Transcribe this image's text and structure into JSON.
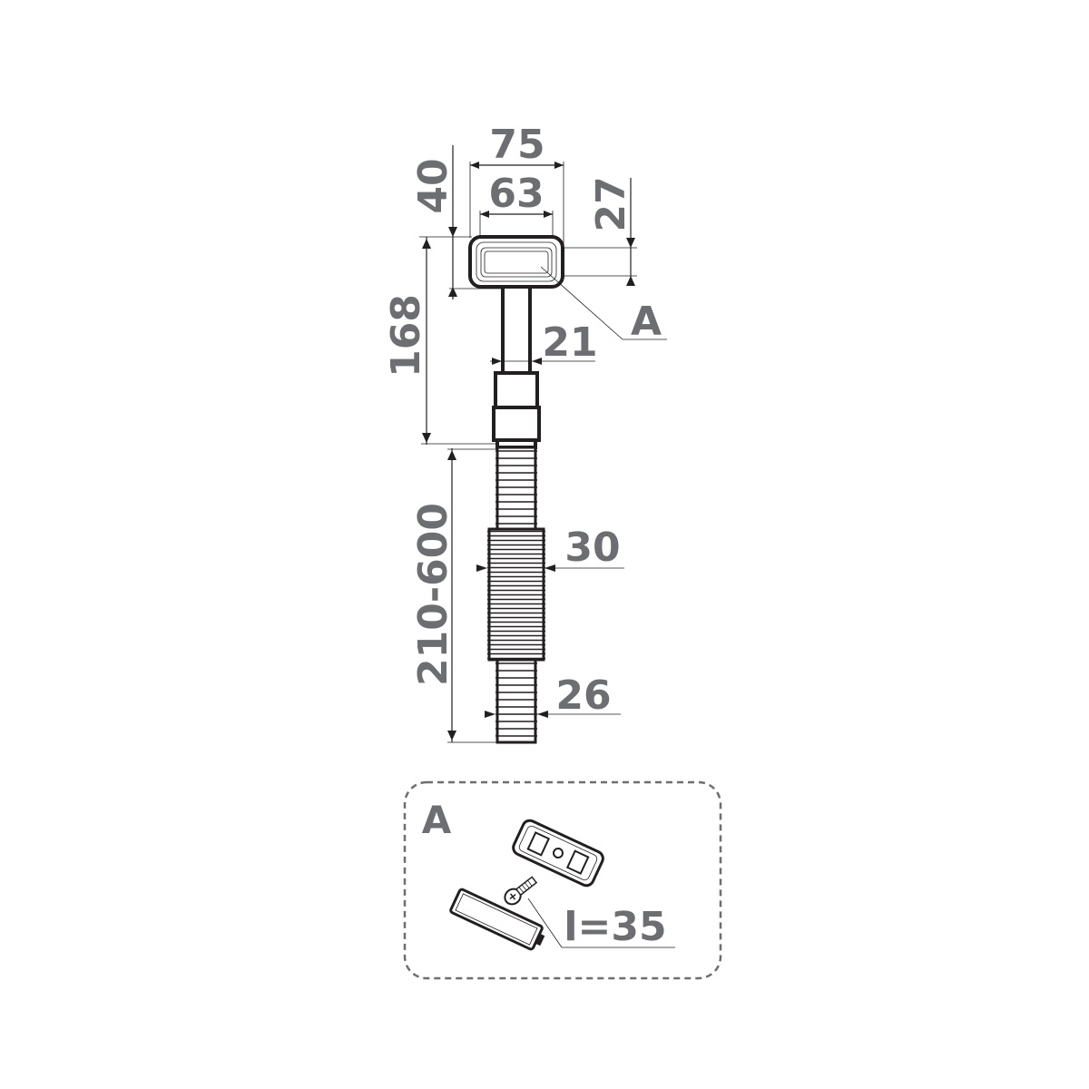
{
  "diagram": {
    "type": "technical-drawing",
    "subject": "sink overflow with flexible corrugated hose",
    "colors": {
      "dimension_text": "#6d6e71",
      "lines": "#231f20",
      "background": "#ffffff"
    },
    "dimensions": {
      "overflow_width_outer": "75",
      "overflow_width_inner": "63",
      "overflow_height": "40",
      "overflow_opening_height": "27",
      "rigid_length": "168",
      "pipe_diameter": "21",
      "hose_length": "210-600",
      "hose_outer_diameter": "30",
      "hose_inner_diameter": "26"
    },
    "callout_label": "A",
    "detail": {
      "label": "A",
      "screw_length": "l=35",
      "parts": [
        "overflow-frame",
        "screw",
        "overflow-cover"
      ]
    }
  }
}
